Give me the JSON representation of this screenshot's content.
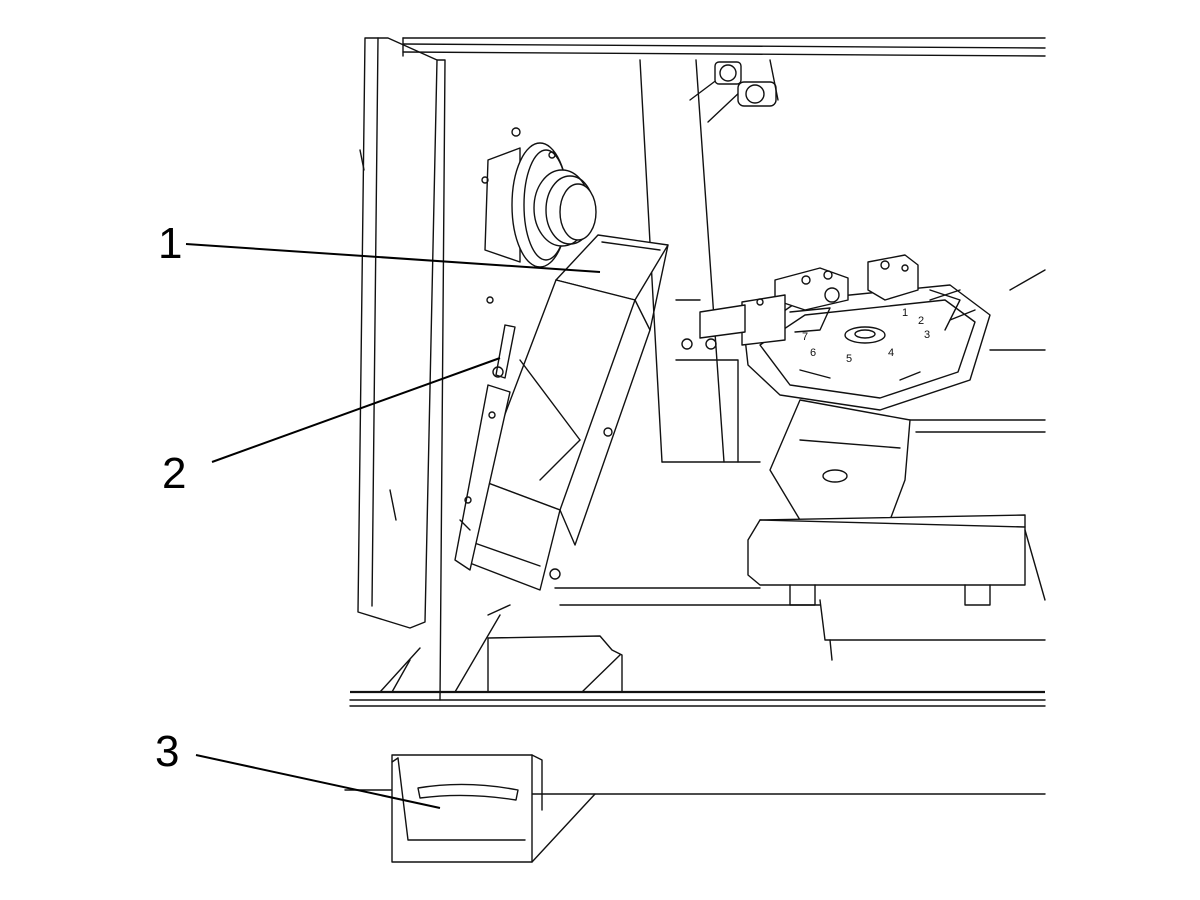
{
  "callouts": [
    {
      "number": "1"
    },
    {
      "number": "2"
    },
    {
      "number": "3"
    }
  ],
  "turret_labels": [
    "1",
    "2",
    "3",
    "4",
    "5",
    "6",
    "7"
  ],
  "colors": {
    "line": "#111111",
    "background": "#ffffff"
  }
}
